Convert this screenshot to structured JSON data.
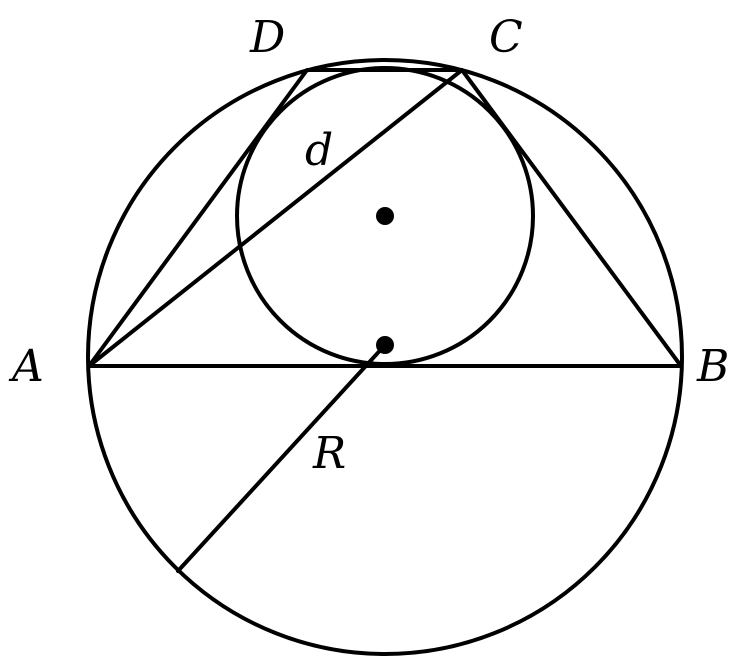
{
  "labels": {
    "A": "A",
    "B": "B",
    "C": "C",
    "D": "D",
    "d": "d",
    "R": "R"
  },
  "colors": {
    "stroke": "#000000",
    "background": "#ffffff"
  }
}
